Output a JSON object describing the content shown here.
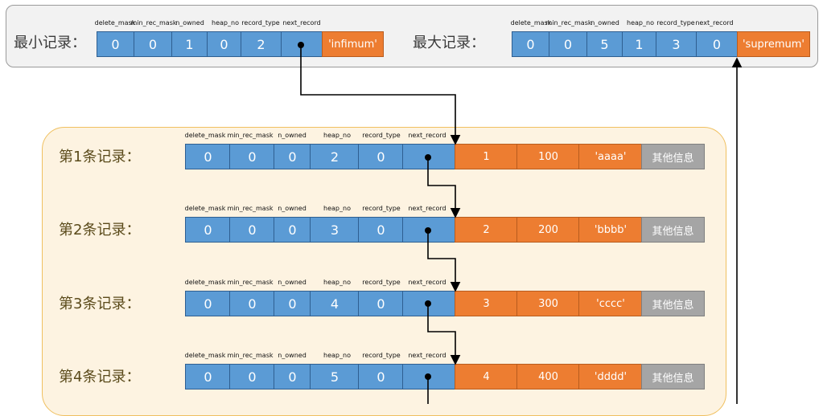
{
  "min_record": {
    "label": "最小记录：",
    "headers": [
      "delete_mask",
      "min_rec_mask",
      "n_owned",
      "heap_no",
      "record_type",
      "next_record"
    ],
    "values": [
      "0",
      "0",
      "1",
      "0",
      "2",
      ""
    ],
    "data": "'infimum'"
  },
  "max_record": {
    "label": "最大记录：",
    "headers": [
      "delete_mask",
      "min_rec_mask",
      "n_owned",
      "heap_no",
      "record_type",
      "next_record"
    ],
    "values": [
      "0",
      "0",
      "5",
      "1",
      "3",
      "0"
    ],
    "data": "'supremum'"
  },
  "records": [
    {
      "label": "第1条记录：",
      "headers": [
        "delete_mask",
        "min_rec_mask",
        "n_owned",
        "heap_no",
        "record_type",
        "next_record"
      ],
      "values": [
        "0",
        "0",
        "0",
        "2",
        "0",
        ""
      ],
      "data": [
        "1",
        "100",
        "'aaaa'",
        "其他信息"
      ]
    },
    {
      "label": "第2条记录：",
      "headers": [
        "delete_mask",
        "min_rec_mask",
        "n_owned",
        "heap_no",
        "record_type",
        "next_record"
      ],
      "values": [
        "0",
        "0",
        "0",
        "3",
        "0",
        ""
      ],
      "data": [
        "2",
        "200",
        "'bbbb'",
        "其他信息"
      ]
    },
    {
      "label": "第3条记录：",
      "headers": [
        "delete_mask",
        "min_rec_mask",
        "n_owned",
        "heap_no",
        "record_type",
        "next_record"
      ],
      "values": [
        "0",
        "0",
        "0",
        "4",
        "0",
        ""
      ],
      "data": [
        "3",
        "300",
        "'cccc'",
        "其他信息"
      ]
    },
    {
      "label": "第4条记录：",
      "headers": [
        "delete_mask",
        "min_rec_mask",
        "n_owned",
        "heap_no",
        "record_type",
        "next_record"
      ],
      "values": [
        "0",
        "0",
        "0",
        "5",
        "0",
        ""
      ],
      "data": [
        "4",
        "400",
        "'dddd'",
        "其他信息"
      ]
    }
  ],
  "colors": {
    "header_blue": "#5b9bd5",
    "data_orange": "#ed7d31",
    "other_gray": "#a5a5a5",
    "records_panel": "#fdf3e1",
    "top_panel": "#f2f2f2"
  }
}
